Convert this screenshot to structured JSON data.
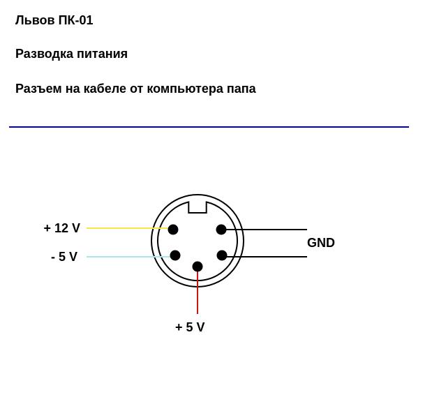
{
  "header": {
    "title": "Львов ПК-01",
    "subtitle": "Разводка питания",
    "caption": "Разъем на кабеле от  компьютера папа"
  },
  "pins": {
    "plus12v": {
      "label": "+ 12 V",
      "wire_color": "#f2e84a"
    },
    "minus5v": {
      "label": "- 5 V",
      "wire_color": "#a8e6f0"
    },
    "gnd": {
      "label": "GND",
      "wire_color": "#000000"
    },
    "plus5v": {
      "label": "+ 5 V",
      "wire_color": "#cc1111"
    }
  },
  "colors": {
    "divider": "#0000cc",
    "connector": "#000000"
  }
}
